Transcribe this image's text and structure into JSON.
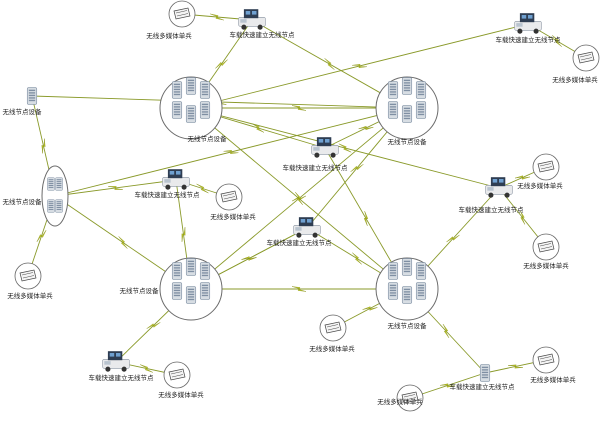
{
  "diagram": {
    "labels": {
      "node_device": "无线节点设备",
      "vehicle_node": "车载快速建立无线节点",
      "multimedia_soldier": "无线多媒体单兵"
    },
    "colors": {
      "background": "#ffffff",
      "link_line": "#8a9a2a",
      "bolt": "#c8d020",
      "cluster_ring": "#6b6b6b",
      "server_body": "#d7dde3",
      "server_face": "#7f8fa3",
      "truck_body": "#e9eaec",
      "truck_cab": "#2e3d52",
      "soldier_fill": "#ffffff"
    },
    "nodes": [
      {
        "id": "c1",
        "kind": "cluster",
        "label_key": "node_device"
      },
      {
        "id": "c2",
        "kind": "cluster",
        "label_key": "node_device"
      },
      {
        "id": "c3",
        "kind": "cluster",
        "label_key": "node_device"
      },
      {
        "id": "c4",
        "kind": "cluster",
        "label_key": "node_device"
      },
      {
        "id": "c5",
        "kind": "cluster-small",
        "label_key": "node_device"
      },
      {
        "id": "s1",
        "kind": "server",
        "label_key": "node_device"
      },
      {
        "id": "s2",
        "kind": "server",
        "label_key": "vehicle_node"
      },
      {
        "id": "t1",
        "kind": "truck",
        "label_key": "vehicle_node"
      },
      {
        "id": "t2",
        "kind": "truck",
        "label_key": "vehicle_node"
      },
      {
        "id": "t3",
        "kind": "truck",
        "label_key": "vehicle_node"
      },
      {
        "id": "t4",
        "kind": "truck",
        "label_key": "vehicle_node"
      },
      {
        "id": "t5",
        "kind": "truck",
        "label_key": "vehicle_node"
      },
      {
        "id": "t6",
        "kind": "truck",
        "label_key": "vehicle_node"
      },
      {
        "id": "t7",
        "kind": "truck",
        "label_key": "vehicle_node"
      },
      {
        "id": "m1",
        "kind": "soldier",
        "label_key": "multimedia_soldier"
      },
      {
        "id": "m2",
        "kind": "soldier",
        "label_key": "multimedia_soldier"
      },
      {
        "id": "m3",
        "kind": "soldier",
        "label_key": "multimedia_soldier"
      },
      {
        "id": "m4",
        "kind": "soldier",
        "label_key": "multimedia_soldier"
      },
      {
        "id": "m5",
        "kind": "soldier",
        "label_key": "multimedia_soldier"
      },
      {
        "id": "m6",
        "kind": "soldier",
        "label_key": "multimedia_soldier"
      },
      {
        "id": "m7",
        "kind": "soldier",
        "label_key": "multimedia_soldier"
      },
      {
        "id": "m8",
        "kind": "soldier",
        "label_key": "multimedia_soldier"
      },
      {
        "id": "m9",
        "kind": "soldier",
        "label_key": "multimedia_soldier"
      },
      {
        "id": "m10",
        "kind": "soldier",
        "label_key": "multimedia_soldier"
      }
    ],
    "links": [
      [
        "m1",
        "t1"
      ],
      [
        "t1",
        "c2"
      ],
      [
        "t1",
        "c1"
      ],
      [
        "t2",
        "c1"
      ],
      [
        "t2",
        "m2"
      ],
      [
        "s1",
        "c2"
      ],
      [
        "s1",
        "c5"
      ],
      [
        "c2",
        "c1"
      ],
      [
        "c2",
        "t3"
      ],
      [
        "c2",
        "c5"
      ],
      [
        "c2",
        "c3"
      ],
      [
        "t3",
        "c1"
      ],
      [
        "t3",
        "c4"
      ],
      [
        "c5",
        "t4"
      ],
      [
        "c5",
        "c3"
      ],
      [
        "c5",
        "m3"
      ],
      [
        "t4",
        "m4"
      ],
      [
        "t4",
        "c3"
      ],
      [
        "c1",
        "t6"
      ],
      [
        "c1",
        "c4"
      ],
      [
        "t5",
        "c2"
      ],
      [
        "t5",
        "c3"
      ],
      [
        "t5",
        "c4"
      ],
      [
        "t6",
        "m5"
      ],
      [
        "t6",
        "m6"
      ],
      [
        "t6",
        "c4"
      ],
      [
        "c3",
        "c4"
      ],
      [
        "c3",
        "t7"
      ],
      [
        "c3",
        "t5"
      ],
      [
        "t7",
        "m7"
      ],
      [
        "c4",
        "m8"
      ],
      [
        "c4",
        "s2"
      ],
      [
        "s2",
        "m9"
      ],
      [
        "s2",
        "m10"
      ]
    ]
  }
}
